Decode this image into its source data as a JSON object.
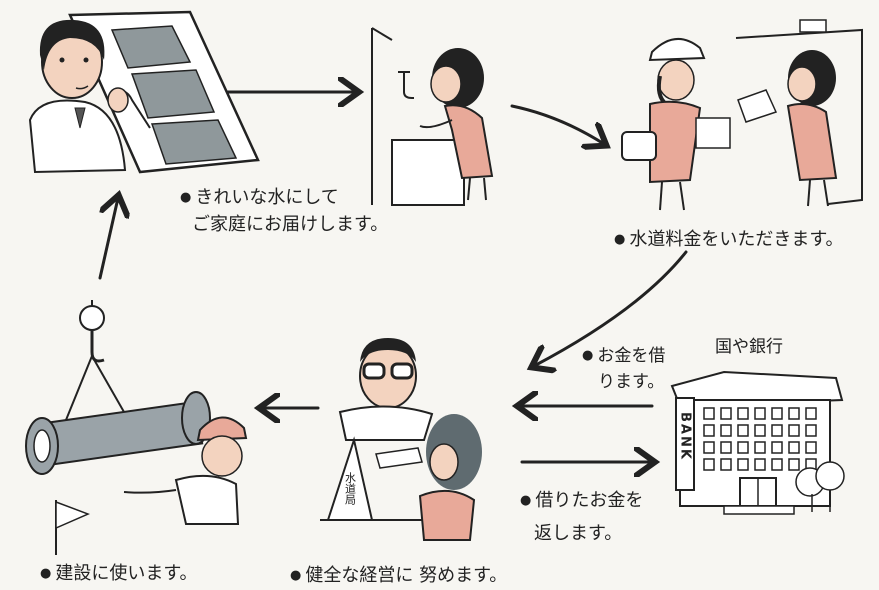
{
  "captions": {
    "clean_water_line1": "きれいな水にして",
    "clean_water_line2": "ご家庭にお届けします。",
    "fee": "水道料金をいただきます。",
    "borrow_line1": "お金を借",
    "borrow_line2": "ります。",
    "bank_label": "国や銀行",
    "repay_line1": "借りたお金を",
    "repay_line2": "返します。",
    "construction": "建設に使います。",
    "management": "健全な経営に 努めます。"
  },
  "bullet": "●",
  "signs": {
    "bank_sign": "BANK",
    "waterworks_sign": "水道局"
  },
  "colors": {
    "ink": "#222222",
    "salmon": "#e8a999",
    "skin": "#f3d3bf",
    "gray_fill": "#9aa3a8",
    "glass": "#7f8a8d"
  }
}
